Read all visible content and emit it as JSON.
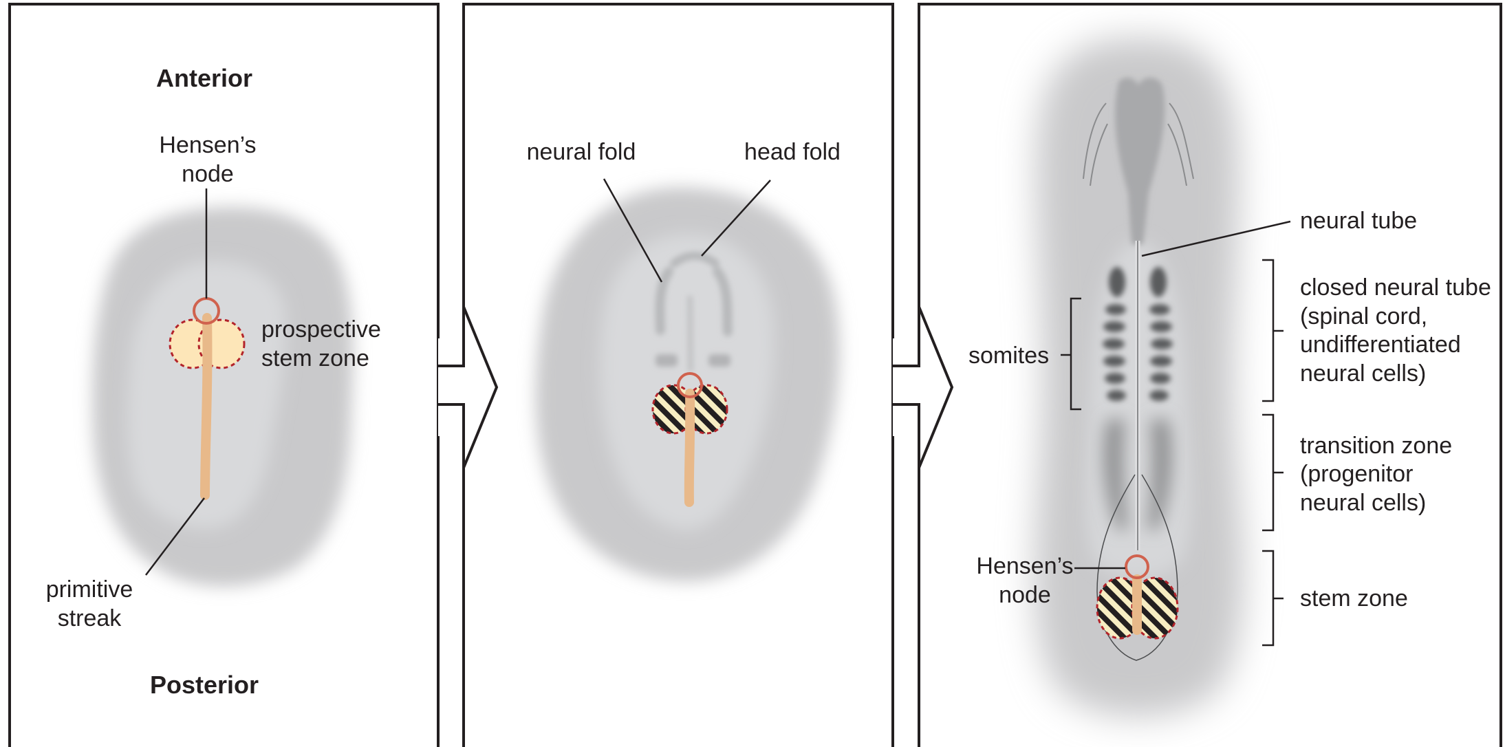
{
  "panel1": {
    "anterior": "Anterior",
    "hensens_node_1": "Hensen’s",
    "hensens_node_2": "node",
    "prospective_1": "prospective",
    "prospective_2": "stem zone",
    "streak_1": "primitive",
    "streak_2": "streak",
    "posterior": "Posterior"
  },
  "panel2": {
    "neural_fold": "neural fold",
    "head_fold": "head fold"
  },
  "panel3": {
    "neural_tube": "neural  tube",
    "closed_1": "closed neural tube",
    "closed_2": "(spinal cord,",
    "closed_3": "undifferentiated",
    "closed_4": "neural cells)",
    "somites": "somites",
    "transition_1": "transition zone",
    "transition_2": "(progenitor",
    "transition_3": "neural cells)",
    "hensens_node_1": "Hensen’s",
    "hensens_node_2": "node",
    "stem_zone": "stem zone"
  },
  "colors": {
    "outer_tissue": "#c9c9cb",
    "inner_tissue": "#d8d9db",
    "streak": "#e8b98a",
    "node_ring": "#d0624e",
    "prospective_fill": "#fde6b8",
    "stem_border": "#b3232a",
    "hatch_dark": "#231f20",
    "hatch_light": "#f7edc2"
  }
}
